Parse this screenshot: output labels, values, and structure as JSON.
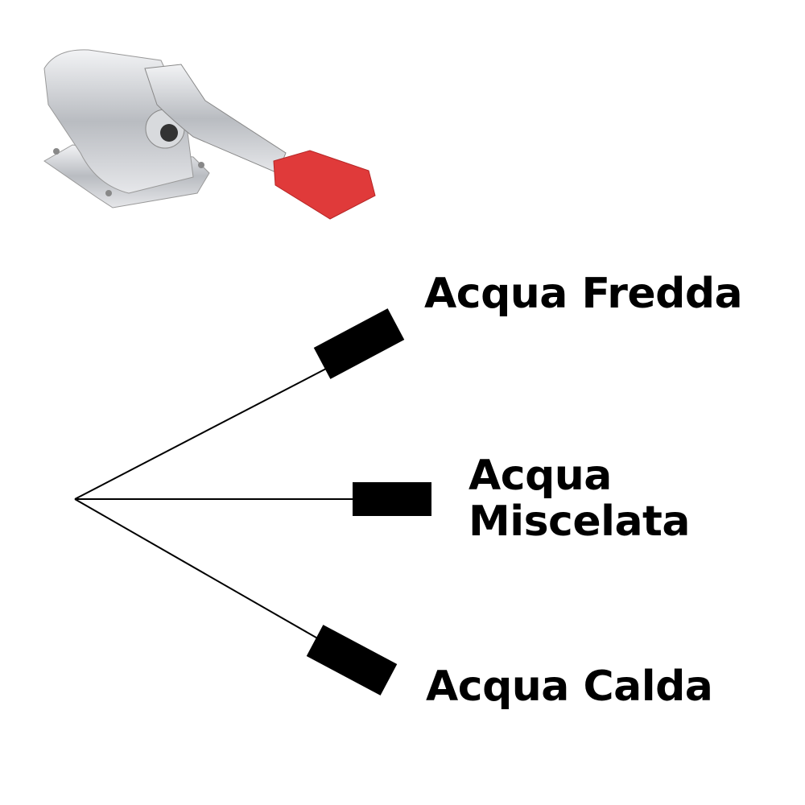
{
  "product": {
    "name": "foot-pedal-valve",
    "pedal_color": "#e03a3a",
    "metal_color": "#c9ccd0"
  },
  "outputs": [
    {
      "label": "Acqua Fredda"
    },
    {
      "label_line1": "Acqua",
      "label_line2": "Miscelata"
    },
    {
      "label": "Acqua Calda"
    }
  ]
}
